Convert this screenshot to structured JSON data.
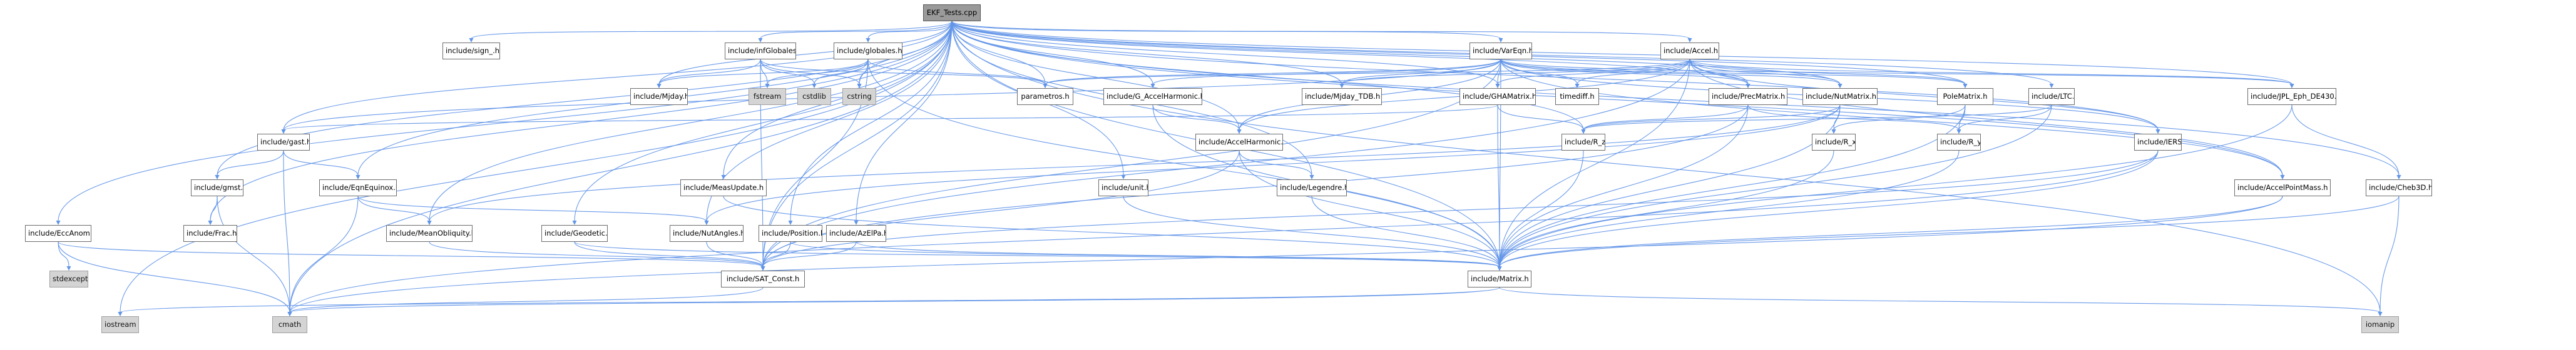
{
  "graph": {
    "root": "EKF_Tests.cpp",
    "nodes": {
      "root": {
        "label": "EKF_Tests.cpp",
        "kind": "root"
      },
      "sign": {
        "label": "include/sign_.h",
        "kind": "file"
      },
      "intglob": {
        "label": "include/infGlobales.h",
        "kind": "file"
      },
      "globales": {
        "label": "include/globales.h",
        "kind": "file"
      },
      "varEqn": {
        "label": "include/VarEqn.h",
        "kind": "file"
      },
      "accel": {
        "label": "include/Accel.h",
        "kind": "file"
      },
      "ltc": {
        "label": "include/LTC.h",
        "kind": "file"
      },
      "jpl": {
        "label": "include/JPL_Eph_DE430.h",
        "kind": "file"
      },
      "mjday": {
        "label": "include/Mjday.h",
        "kind": "file"
      },
      "fstream": {
        "label": "fstream",
        "kind": "system"
      },
      "cstdlib": {
        "label": "cstdlib",
        "kind": "system"
      },
      "cstring": {
        "label": "cstring",
        "kind": "system"
      },
      "parametros": {
        "label": "parametros.h",
        "kind": "file"
      },
      "gAccel": {
        "label": "include/G_AccelHarmonic.h",
        "kind": "file"
      },
      "mjdayTDB": {
        "label": "include/Mjday_TDB.h",
        "kind": "file"
      },
      "gham": {
        "label": "include/GHAMatrix.h",
        "kind": "file"
      },
      "timediff": {
        "label": "timediff.h",
        "kind": "file"
      },
      "precMatrix": {
        "label": "include/PrecMatrix.h",
        "kind": "file"
      },
      "nutMatrix": {
        "label": "include/NutMatrix.h",
        "kind": "file"
      },
      "poleMatrix": {
        "label": "PoleMatrix.h",
        "kind": "file"
      },
      "gast": {
        "label": "include/gast.h",
        "kind": "file"
      },
      "accelHarm": {
        "label": "include/AccelHarmonic.h",
        "kind": "file"
      },
      "rz": {
        "label": "include/R_z.h",
        "kind": "file"
      },
      "rx": {
        "label": "include/R_x.h",
        "kind": "file"
      },
      "ry": {
        "label": "include/R_y.h",
        "kind": "file"
      },
      "iers": {
        "label": "include/IERS.h",
        "kind": "file"
      },
      "gmst": {
        "label": "include/gmst.h",
        "kind": "file"
      },
      "eqnEquinox": {
        "label": "include/EqnEquinox.h",
        "kind": "file"
      },
      "measUpdate": {
        "label": "include/MeasUpdate.h",
        "kind": "file"
      },
      "unit": {
        "label": "include/unit.h",
        "kind": "file"
      },
      "legendre": {
        "label": "include/Legendre.h",
        "kind": "file"
      },
      "accelPointMass": {
        "label": "include/AccelPointMass.h",
        "kind": "file"
      },
      "cheb3d": {
        "label": "include/Cheb3D.h",
        "kind": "file"
      },
      "eccAnom": {
        "label": "include/EccAnom.h",
        "kind": "file"
      },
      "frac": {
        "label": "include/Frac.h",
        "kind": "file"
      },
      "meanObliq": {
        "label": "include/MeanObliquity.h",
        "kind": "file"
      },
      "geodetic": {
        "label": "include/Geodetic.h",
        "kind": "file"
      },
      "nutAngles": {
        "label": "include/NutAngles.h",
        "kind": "file"
      },
      "position": {
        "label": "include/Position.h",
        "kind": "file"
      },
      "azElPa": {
        "label": "include/AzElPa.h",
        "kind": "file"
      },
      "stdexcept": {
        "label": "stdexcept",
        "kind": "system"
      },
      "satConst": {
        "label": "include/SAT_Const.h",
        "kind": "file"
      },
      "matrix": {
        "label": "include/Matrix.h",
        "kind": "file"
      },
      "iostream": {
        "label": "iostream",
        "kind": "system"
      },
      "cmath": {
        "label": "cmath",
        "kind": "system"
      },
      "iomanip": {
        "label": "iomanip",
        "kind": "system"
      }
    },
    "edges": [
      [
        "root",
        "sign"
      ],
      [
        "root",
        "intglob"
      ],
      [
        "root",
        "globales"
      ],
      [
        "root",
        "varEqn"
      ],
      [
        "root",
        "accel"
      ],
      [
        "root",
        "ltc"
      ],
      [
        "root",
        "jpl"
      ],
      [
        "root",
        "mjday"
      ],
      [
        "root",
        "cstring"
      ],
      [
        "root",
        "parametros"
      ],
      [
        "root",
        "gAccel"
      ],
      [
        "root",
        "mjdayTDB"
      ],
      [
        "root",
        "gham"
      ],
      [
        "root",
        "precMatrix"
      ],
      [
        "root",
        "nutMatrix"
      ],
      [
        "root",
        "poleMatrix"
      ],
      [
        "root",
        "gast"
      ],
      [
        "root",
        "accelHarm"
      ],
      [
        "root",
        "rz"
      ],
      [
        "root",
        "iers"
      ],
      [
        "root",
        "gmst"
      ],
      [
        "root",
        "eqnEquinox"
      ],
      [
        "root",
        "measUpdate"
      ],
      [
        "root",
        "unit"
      ],
      [
        "root",
        "legendre"
      ],
      [
        "root",
        "accelPointMass"
      ],
      [
        "root",
        "cheb3d"
      ],
      [
        "root",
        "eccAnom"
      ],
      [
        "root",
        "frac"
      ],
      [
        "root",
        "meanObliq"
      ],
      [
        "root",
        "geodetic"
      ],
      [
        "root",
        "nutAngles"
      ],
      [
        "root",
        "position"
      ],
      [
        "root",
        "azElPa"
      ],
      [
        "root",
        "satConst"
      ],
      [
        "root",
        "matrix"
      ],
      [
        "root",
        "iostream"
      ],
      [
        "root",
        "cmath"
      ],
      [
        "root",
        "iomanip"
      ],
      [
        "intglob",
        "mjday"
      ],
      [
        "intglob",
        "fstream"
      ],
      [
        "intglob",
        "cstdlib"
      ],
      [
        "intglob",
        "cstring"
      ],
      [
        "intglob",
        "parametros"
      ],
      [
        "intglob",
        "satConst"
      ],
      [
        "globales",
        "mjday"
      ],
      [
        "globales",
        "fstream"
      ],
      [
        "globales",
        "cstdlib"
      ],
      [
        "globales",
        "cstring"
      ],
      [
        "globales",
        "parametros"
      ],
      [
        "globales",
        "satConst"
      ],
      [
        "globales",
        "matrix"
      ],
      [
        "varEqn",
        "parametros"
      ],
      [
        "varEqn",
        "gAccel"
      ],
      [
        "varEqn",
        "mjdayTDB"
      ],
      [
        "varEqn",
        "gham"
      ],
      [
        "varEqn",
        "timediff"
      ],
      [
        "varEqn",
        "precMatrix"
      ],
      [
        "varEqn",
        "nutMatrix"
      ],
      [
        "varEqn",
        "poleMatrix"
      ],
      [
        "varEqn",
        "iers"
      ],
      [
        "varEqn",
        "accelHarm"
      ],
      [
        "varEqn",
        "satConst"
      ],
      [
        "varEqn",
        "matrix"
      ],
      [
        "varEqn",
        "gast"
      ],
      [
        "varEqn",
        "jpl"
      ],
      [
        "varEqn",
        "accelPointMass"
      ],
      [
        "accel",
        "parametros"
      ],
      [
        "accel",
        "mjdayTDB"
      ],
      [
        "accel",
        "gham"
      ],
      [
        "accel",
        "timediff"
      ],
      [
        "accel",
        "precMatrix"
      ],
      [
        "accel",
        "nutMatrix"
      ],
      [
        "accel",
        "poleMatrix"
      ],
      [
        "accel",
        "iers"
      ],
      [
        "accel",
        "accelHarm"
      ],
      [
        "accel",
        "jpl"
      ],
      [
        "accel",
        "accelPointMass"
      ],
      [
        "accel",
        "satConst"
      ],
      [
        "accel",
        "matrix"
      ],
      [
        "ltc",
        "ry"
      ],
      [
        "ltc",
        "rz"
      ],
      [
        "ltc",
        "matrix"
      ],
      [
        "jpl",
        "cheb3d"
      ],
      [
        "jpl",
        "matrix"
      ],
      [
        "gAccel",
        "accelHarm"
      ],
      [
        "gAccel",
        "matrix"
      ],
      [
        "gham",
        "rz"
      ],
      [
        "gham",
        "matrix"
      ],
      [
        "gham",
        "gast"
      ],
      [
        "precMatrix",
        "rz"
      ],
      [
        "precMatrix",
        "ry"
      ],
      [
        "precMatrix",
        "satConst"
      ],
      [
        "precMatrix",
        "matrix"
      ],
      [
        "nutMatrix",
        "rx"
      ],
      [
        "nutMatrix",
        "rz"
      ],
      [
        "nutMatrix",
        "nutAngles"
      ],
      [
        "nutMatrix",
        "meanObliq"
      ],
      [
        "nutMatrix",
        "matrix"
      ],
      [
        "poleMatrix",
        "rx"
      ],
      [
        "poleMatrix",
        "ry"
      ],
      [
        "poleMatrix",
        "matrix"
      ],
      [
        "gast",
        "gmst"
      ],
      [
        "gast",
        "eqnEquinox"
      ],
      [
        "gast",
        "cmath"
      ],
      [
        "gmst",
        "frac"
      ],
      [
        "gmst",
        "cmath"
      ],
      [
        "eqnEquinox",
        "meanObliq"
      ],
      [
        "eqnEquinox",
        "nutAngles"
      ],
      [
        "eqnEquinox",
        "cmath"
      ],
      [
        "accelHarm",
        "legendre"
      ],
      [
        "accelHarm",
        "satConst"
      ],
      [
        "accelHarm",
        "matrix"
      ],
      [
        "rz",
        "matrix"
      ],
      [
        "rx",
        "matrix"
      ],
      [
        "ry",
        "matrix"
      ],
      [
        "iers",
        "satConst"
      ],
      [
        "iers",
        "matrix"
      ],
      [
        "iers",
        "cmath"
      ],
      [
        "measUpdate",
        "matrix"
      ],
      [
        "unit",
        "matrix"
      ],
      [
        "legendre",
        "matrix"
      ],
      [
        "accelPointMass",
        "matrix"
      ],
      [
        "accelPointMass",
        "cmath"
      ],
      [
        "cheb3d",
        "matrix"
      ],
      [
        "cheb3d",
        "iomanip"
      ],
      [
        "eccAnom",
        "stdexcept"
      ],
      [
        "eccAnom",
        "satConst"
      ],
      [
        "eccAnom",
        "cmath"
      ],
      [
        "meanObliq",
        "satConst"
      ],
      [
        "geodetic",
        "satConst"
      ],
      [
        "geodetic",
        "matrix"
      ],
      [
        "nutAngles",
        "satConst"
      ],
      [
        "position",
        "satConst"
      ],
      [
        "position",
        "matrix"
      ],
      [
        "azElPa",
        "satConst"
      ],
      [
        "azElPa",
        "matrix"
      ],
      [
        "satConst",
        "cmath"
      ],
      [
        "matrix",
        "iostream"
      ],
      [
        "matrix",
        "cmath"
      ],
      [
        "matrix",
        "iomanip"
      ]
    ]
  }
}
